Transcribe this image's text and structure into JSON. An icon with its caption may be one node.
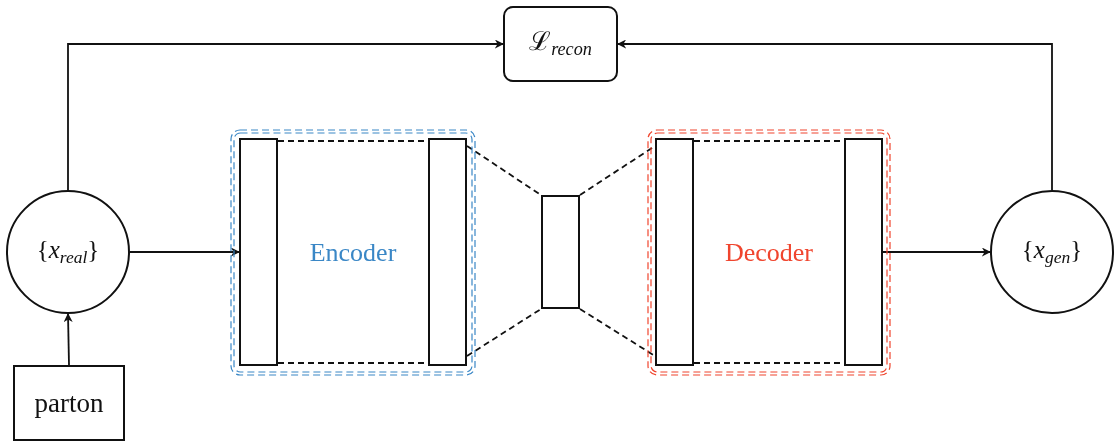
{
  "diagram": {
    "nodes": [
      {
        "text": [
          "{*x*$_{real}$}"
        ]
      },
      {
        "text": [
          "parton"
        ]
      },
      {
        "text": [
          "ℒ$_{recon}$"
        ]
      },
      {
        "text": [
          "Encoder"
        ]
      },
      {
        "text": [],
        "shape": "bar",
        "in": 3
      },
      {
        "text": [],
        "shape": "bar",
        "in": 3
      },
      {
        "text": [],
        "shape": "bar"
      },
      {
        "text": [
          "Decoder"
        ]
      },
      {
        "text": [],
        "shape": "bar",
        "in": 7
      },
      {
        "text": [],
        "shape": "bar",
        "in": 7
      },
      {
        "text": [
          "{*x*$_{gen}$}"
        ]
      }
    ],
    "edges": [
      {
        "from": 1,
        "to": 0,
        "arrow": "to"
      },
      {
        "from": 0,
        "to": 4,
        "arrow": "to"
      },
      {
        "from": 0,
        "to": 2,
        "arrow": "to"
      },
      {
        "from": 9,
        "to": 10,
        "arrow": "to"
      },
      {
        "from": 10,
        "to": 2,
        "arrow": "to"
      },
      {
        "from": 4,
        "to": 5,
        "arrow": "none",
        "style": "dashed"
      },
      {
        "from": 4,
        "to": 5,
        "arrow": "none",
        "style": "dashed"
      },
      {
        "from": 5,
        "to": 6,
        "arrow": "none",
        "style": "dashed"
      },
      {
        "from": 5,
        "to": 6,
        "arrow": "none",
        "style": "dashed"
      },
      {
        "from": 6,
        "to": 8,
        "arrow": "none",
        "style": "dashed"
      },
      {
        "from": 6,
        "to": 8,
        "arrow": "none",
        "style": "dashed"
      },
      {
        "from": 8,
        "to": 9,
        "arrow": "none",
        "style": "dashed"
      },
      {
        "from": 8,
        "to": 9,
        "arrow": "none",
        "style": "dashed"
      }
    ]
  }
}
